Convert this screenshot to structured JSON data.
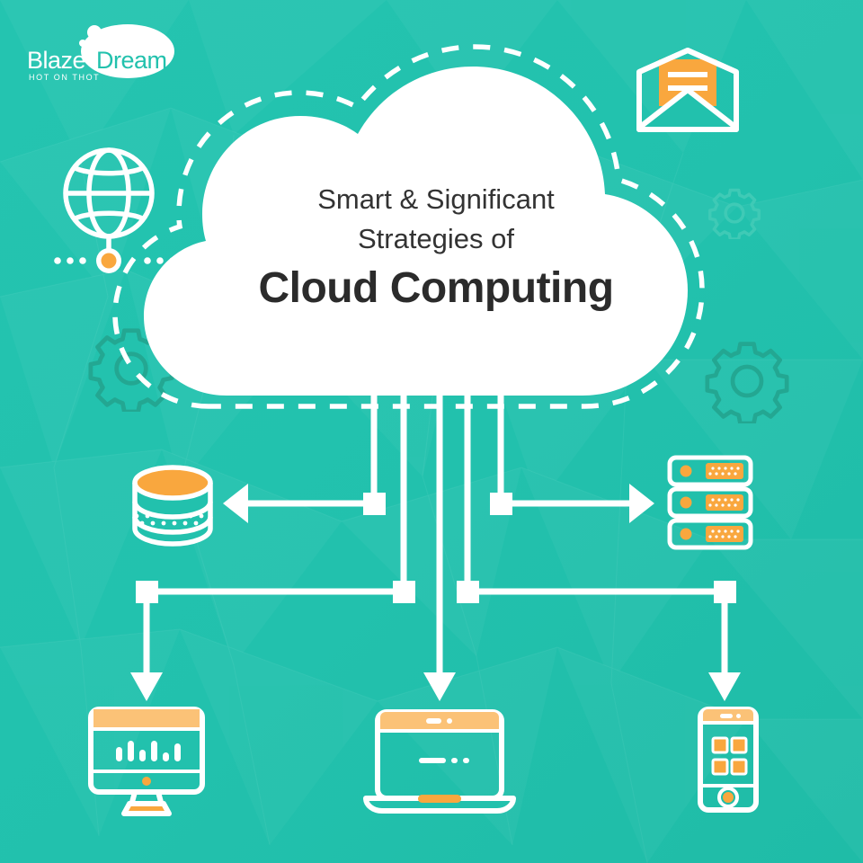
{
  "meta": {
    "background_color": "#22c1ad",
    "accent_orange": "#f9a73e",
    "accent_orange_light": "#fbc277",
    "white": "#ffffff",
    "gear_color": "#25a893",
    "title_color": "#2b2b2b"
  },
  "logo": {
    "word_1": "Blaze",
    "word_2": "Dream",
    "tagline": "HOT ON THOT",
    "alt": "Blaze Dream logo"
  },
  "title": {
    "line_1": "Smart & Significant",
    "line_2": "Strategies of",
    "line_3": "Cloud Computing"
  },
  "decor_icons": [
    {
      "name": "globe-network-icon",
      "label": "Globe network"
    },
    {
      "name": "email-envelope-icon",
      "label": "Open envelope with letter"
    },
    {
      "name": "gear-icon-left",
      "label": "Gear"
    },
    {
      "name": "gear-icon-right-small",
      "label": "Gear small"
    },
    {
      "name": "gear-icon-right-large",
      "label": "Gear large"
    }
  ],
  "nodes": [
    {
      "name": "database-icon",
      "label": "Database cylinder"
    },
    {
      "name": "server-rack-icon",
      "label": "Server rack"
    },
    {
      "name": "desktop-monitor-icon",
      "label": "Desktop monitor"
    },
    {
      "name": "laptop-icon",
      "label": "Laptop"
    },
    {
      "name": "smartphone-icon",
      "label": "Smartphone"
    }
  ],
  "connectors": {
    "label": "Cloud to device connector diagram",
    "junction_count": 6,
    "arrow_count": 5
  }
}
